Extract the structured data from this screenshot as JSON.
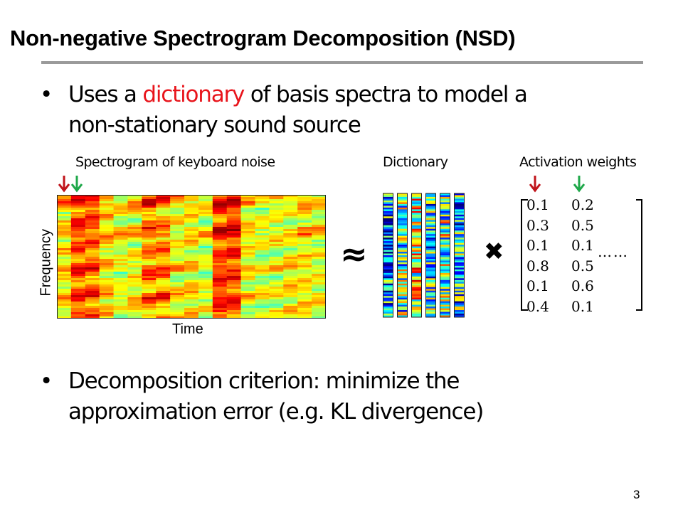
{
  "slide": {
    "title": "Non-negative Spectrogram Decomposition (NSD)",
    "bullets": [
      {
        "line1_pre": "Uses a ",
        "line1_highlight": "dictionary",
        "line1_post": " of basis spectra to model a",
        "line2": "non-stationary sound source",
        "highlight_color": "#e8141b"
      },
      {
        "line1": "Decomposition criterion: minimize the",
        "line2": "approximation error (e.g. KL divergence)"
      }
    ],
    "bullet_symbol": "•",
    "page_number": "3"
  },
  "figure": {
    "captions": {
      "spectrogram": "Spectrogram of keyboard noise",
      "dictionary": "Dictionary",
      "activations": "Activation weights"
    },
    "axis": {
      "y": "Frequency",
      "x": "Time"
    },
    "approx_symbol": "≈",
    "times_symbol": "✖",
    "ellipsis": "……",
    "arrow_colors": {
      "first": "#c0141b",
      "second": "#1fa84a"
    },
    "activation_matrix": [
      [
        "0.1",
        "0.2"
      ],
      [
        "0.3",
        "0.5"
      ],
      [
        "0.1",
        "0.1"
      ],
      [
        "0.8",
        "0.5"
      ],
      [
        "0.1",
        "0.6"
      ],
      [
        "0.4",
        "0.1"
      ]
    ]
  }
}
